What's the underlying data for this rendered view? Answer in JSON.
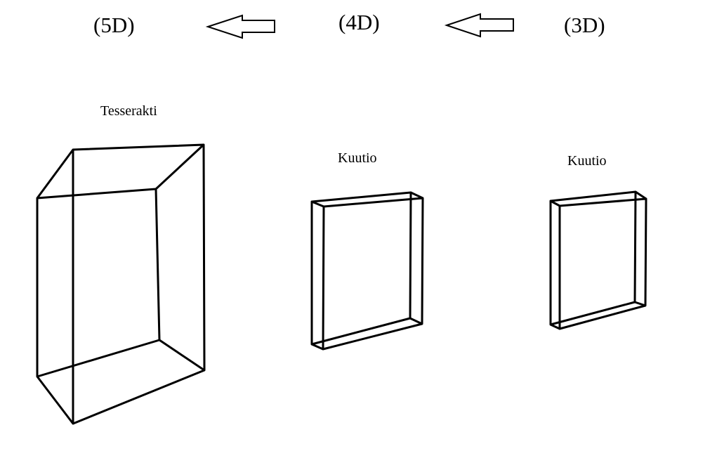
{
  "dimensions": {
    "d5": "(5D)",
    "d4": "(4D)",
    "d3": "(3D)"
  },
  "labels": {
    "tesseract": "Tesserakti",
    "cube_4d": "Kuutio",
    "cube_3d": "Kuutio"
  },
  "colors": {
    "stroke": "#000000",
    "background": "#ffffff"
  }
}
